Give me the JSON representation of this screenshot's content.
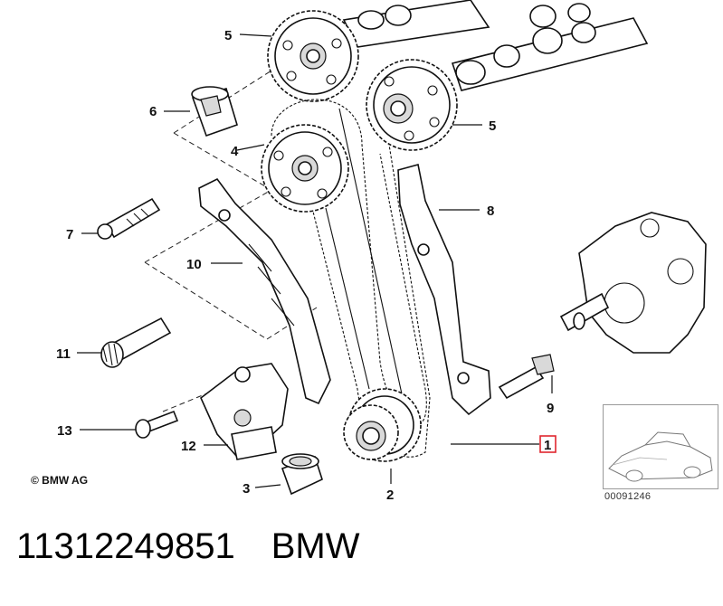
{
  "callouts": {
    "c1": "1",
    "c2": "2",
    "c3": "3",
    "c4": "4",
    "c5a": "5",
    "c5b": "5",
    "c6": "6",
    "c7": "7",
    "c8": "8",
    "c9": "9",
    "c10": "10",
    "c11": "11",
    "c12": "12",
    "c13": "13"
  },
  "copyright": "© BMW AG",
  "reference_code": "00091246",
  "caption": {
    "part_number": "11312249851",
    "brand": "BMW"
  },
  "colors": {
    "highlight_box": "#e0262e",
    "line": "#111111"
  }
}
